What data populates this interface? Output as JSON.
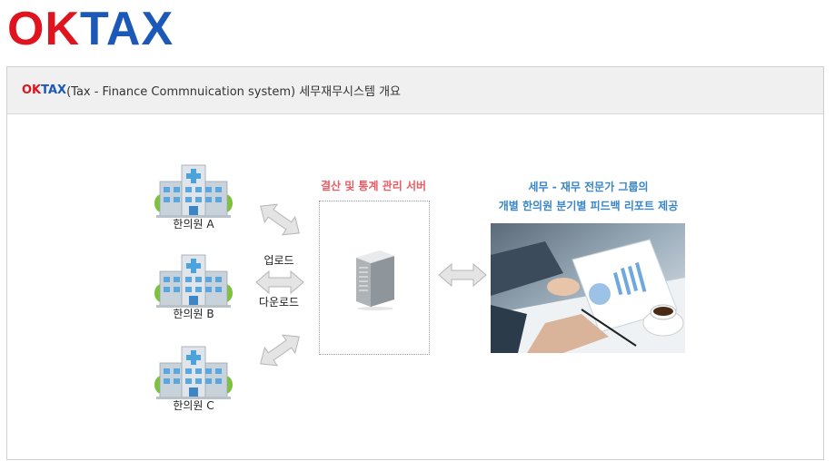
{
  "logo": {
    "part1": "OK",
    "part2": "TAX"
  },
  "header": {
    "brand_ok": "OK",
    "brand_tax": "TAX",
    "title_rest": "(Tax - Finance Commnuication system) 세무재무시스템 개요"
  },
  "clinics": [
    {
      "label": "한의원 A"
    },
    {
      "label": "한의원 B"
    },
    {
      "label": "한의원 C"
    }
  ],
  "transfer": {
    "upload": "업로드",
    "download": "다운로드"
  },
  "server": {
    "title": "결산 및 통계 관리 서버"
  },
  "experts": {
    "line1": "세무 - 재무 전문가 그룹의",
    "line2": "개별 한의원 분기별 피드백 리포트 제공"
  },
  "colors": {
    "logo_red": "#e0141f",
    "logo_blue": "#1b58b8",
    "server_title": "#e85b63",
    "expert_title": "#3a86c8"
  },
  "icons": [
    "hospital-building-icon",
    "server-icon",
    "double-arrow-icon"
  ]
}
